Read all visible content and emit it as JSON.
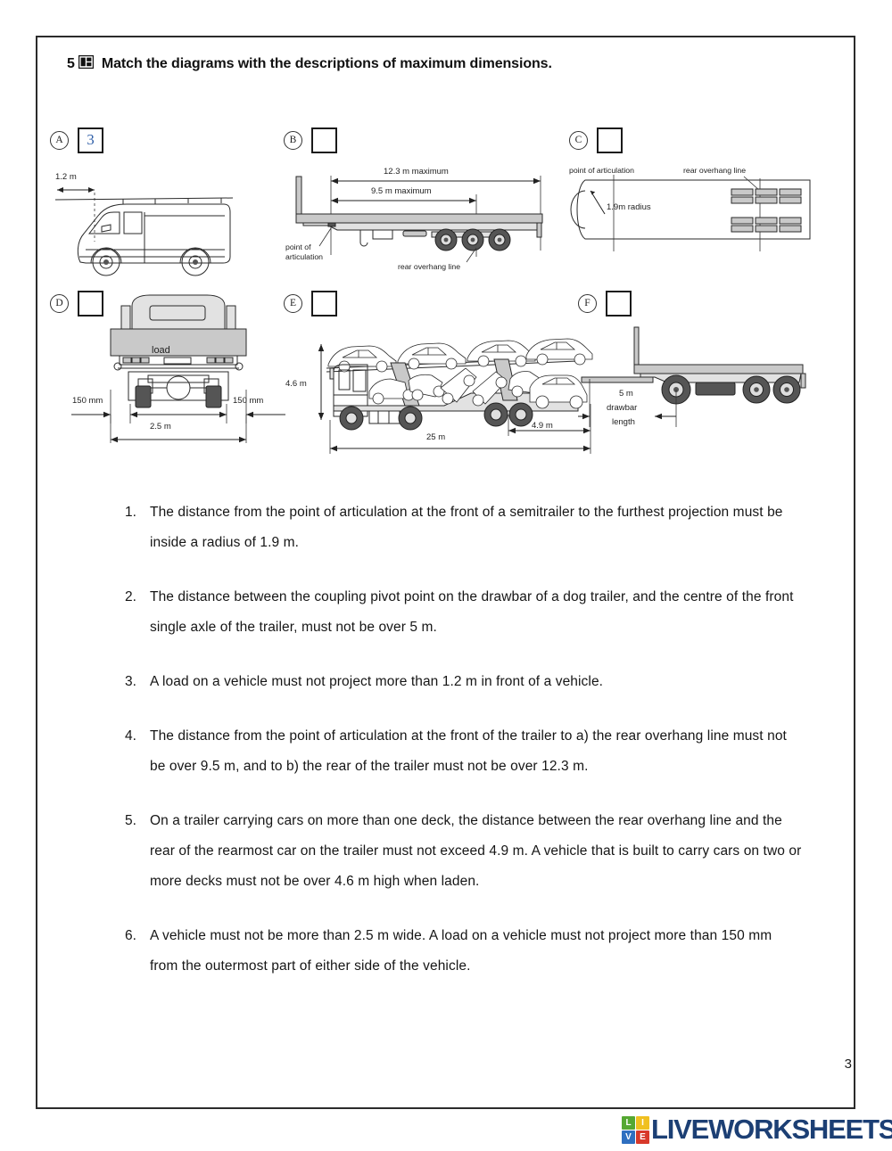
{
  "page": {
    "number": "3",
    "title_number": "5",
    "title_icon": "book-icon",
    "title": "Match the diagrams with the descriptions of maximum dimensions."
  },
  "diagrams": [
    {
      "letter": "A",
      "answer": "3",
      "kind": "van-front-overhang",
      "labels": {
        "front_overhang": "1.2 m"
      }
    },
    {
      "letter": "B",
      "answer": "",
      "kind": "semitrailer-side",
      "labels": {
        "top_dim": "12.3 m maximum",
        "second_dim": "9.5 m maximum",
        "point_of_articulation_l1": "point of",
        "point_of_articulation_l2": "articulation",
        "rear_overhang_line": "rear overhang line"
      }
    },
    {
      "letter": "C",
      "answer": "",
      "kind": "semitrailer-plan-radius",
      "labels": {
        "point_of_articulation": "point of articulation",
        "rear_overhang_line": "rear overhang line",
        "radius": "1.9m radius"
      }
    },
    {
      "letter": "D",
      "answer": "",
      "kind": "vehicle-rear-width",
      "labels": {
        "load": "load",
        "left_overhang": "150 mm",
        "right_overhang": "150 mm",
        "width": "2.5 m"
      }
    },
    {
      "letter": "E",
      "answer": "",
      "kind": "car-carrier",
      "labels": {
        "height": "4.6 m",
        "length": "25 m",
        "rear_overhang": "4.9 m"
      }
    },
    {
      "letter": "F",
      "answer": "",
      "kind": "dog-trailer-drawbar",
      "labels": {
        "drawbar_l1": "5 m",
        "drawbar_l2": "drawbar",
        "drawbar_l3": "length"
      }
    }
  ],
  "descriptions": [
    {
      "number": "1.",
      "text": "The distance from the point of articulation at the front of a semitrailer to the furthest projection must be inside a radius of 1.9 m."
    },
    {
      "number": "2.",
      "text": "The distance between the coupling pivot point on the drawbar of a dog trailer, and the centre of the front single axle of the trailer, must not be over 5 m."
    },
    {
      "number": "3.",
      "text": "A load on a vehicle must not project more than 1.2 m in front of a vehicle."
    },
    {
      "number": "4.",
      "text": "The distance from the point of articulation at the front of the trailer to a) the rear overhang line must not be over 9.5 m, and to b) the rear of the trailer must not be over 12.3 m."
    },
    {
      "number": "5.",
      "text": "On a trailer carrying cars on more than one deck, the distance between the rear overhang line and the rear of the rearmost car on the trailer must not exceed 4.9 m. A vehicle that is built to carry cars on two or more decks must not be over 4.6 m high when laden."
    },
    {
      "number": "6.",
      "text": "A vehicle must not be more than 2.5 m wide. A load on a vehicle must not project more than 150 mm from the outermost part of either side of the vehicle."
    }
  ],
  "footer": {
    "brand_word": "LIVEWORKSHEETS",
    "tiles": [
      {
        "letter": "L",
        "color": "#55a832"
      },
      {
        "letter": "I",
        "color": "#f0c020"
      },
      {
        "letter": "V",
        "color": "#2f6fc0"
      },
      {
        "letter": "E",
        "color": "#d8392b"
      }
    ],
    "brand_color": "#1c3f74"
  }
}
